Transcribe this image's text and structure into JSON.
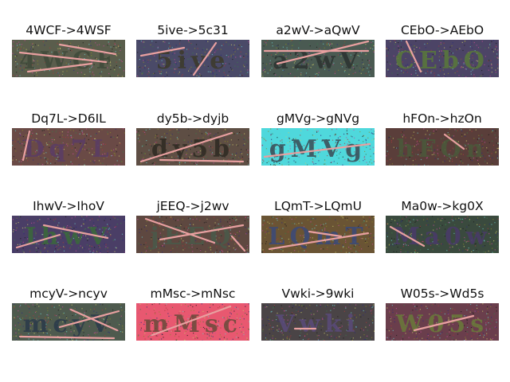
{
  "panels": [
    {
      "label": "4WCF->4WSF",
      "bg": "#5a5d4c",
      "glyph_text": "4WCF",
      "glyph_color": "#3f4a3a"
    },
    {
      "label": "5ive->5c31",
      "bg": "#4a4a68",
      "glyph_text": "5ive",
      "glyph_color": "#3c3a2a"
    },
    {
      "label": "a2wV->aQwV",
      "bg": "#4a5a52",
      "glyph_text": "a2wV",
      "glyph_color": "#2c3330"
    },
    {
      "label": "CEbO->AEbO",
      "bg": "#4c4466",
      "glyph_text": "CEbO",
      "glyph_color": "#5a7a3a"
    },
    {
      "label": "Dq7L->D6IL",
      "bg": "#6a4a46",
      "glyph_text": "Dq7L",
      "glyph_color": "#5a3c66"
    },
    {
      "label": "dy5b->dyjb",
      "bg": "#5e4e44",
      "glyph_text": "dy5b",
      "glyph_color": "#2e2a22"
    },
    {
      "label": "gMVg->gNVg",
      "bg": "#4fd8dc",
      "glyph_text": "gMVg",
      "glyph_color": "#3a4a54"
    },
    {
      "label": "hFOn->hzOn",
      "bg": "#5a3e3a",
      "glyph_text": "hFOn",
      "glyph_color": "#4a5a3a"
    },
    {
      "label": "IhwV->IhoV",
      "bg": "#4a3e66",
      "glyph_text": "IhwV",
      "glyph_color": "#3a6a3a"
    },
    {
      "label": "jEEQ->j2wv",
      "bg": "#5e4840",
      "glyph_text": "jEEQ",
      "glyph_color": "#4a5a4a"
    },
    {
      "label": "LQmT->LQmU",
      "bg": "#6a5434",
      "glyph_text": "LQmT",
      "glyph_color": "#3a4a7a"
    },
    {
      "label": "Ma0w->kg0X",
      "bg": "#3a4a3e",
      "glyph_text": "Ma0w",
      "glyph_color": "#4a3a6a"
    },
    {
      "label": "mcyV->ncyv",
      "bg": "#4e5a4e",
      "glyph_text": "mcyV",
      "glyph_color": "#2a3a4a"
    },
    {
      "label": "mMsc->mNsc",
      "bg": "#e85870",
      "glyph_text": "mMsc",
      "glyph_color": "#6a4a3a"
    },
    {
      "label": "Vwki->9wki",
      "bg": "#4a4446",
      "glyph_text": "Vwki",
      "glyph_color": "#5a4a7a"
    },
    {
      "label": "W05s->Wd5s",
      "bg": "#6a3e4c",
      "glyph_text": "W05s",
      "glyph_color": "#6a7a3a"
    }
  ]
}
